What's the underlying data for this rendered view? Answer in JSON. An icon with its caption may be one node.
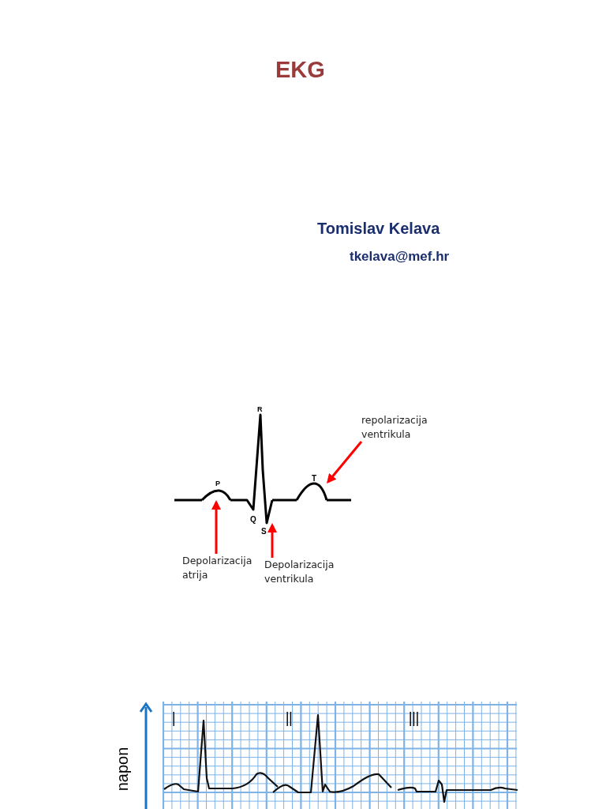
{
  "diagram": {
    "title": "EKG",
    "nodes": [
      {
        "text": [
          "repolarizacija ventrikula"
        ]
      },
      {
        "text": [
          "Depolarizacija atrija"
        ]
      },
      {
        "text": [
          "Depolarizacija ventrikula"
        ]
      },
      {
        "text": [],
        "shape": "curve",
        "beside": [
          "P"
        ]
      },
      {
        "text": [],
        "shape": "curve",
        "beside": [
          "S"
        ]
      },
      {
        "text": [],
        "shape": "curve",
        "beside": [
          "T"
        ]
      }
    ],
    "edges": [
      {
        "from": 0,
        "to": 5,
        "arrow": "to",
        "color": "#ff0000"
      },
      {
        "from": 1,
        "to": 3,
        "arrow": "to",
        "color": "#ff0000"
      },
      {
        "from": 2,
        "to": 4,
        "arrow": "to",
        "color": "#ff0000"
      }
    ],
    "labels": [
      "Tomislav Kelava",
      "tkelava@mef.hr",
      "R",
      "Q",
      "I",
      "II",
      "III",
      "napon"
    ]
  }
}
